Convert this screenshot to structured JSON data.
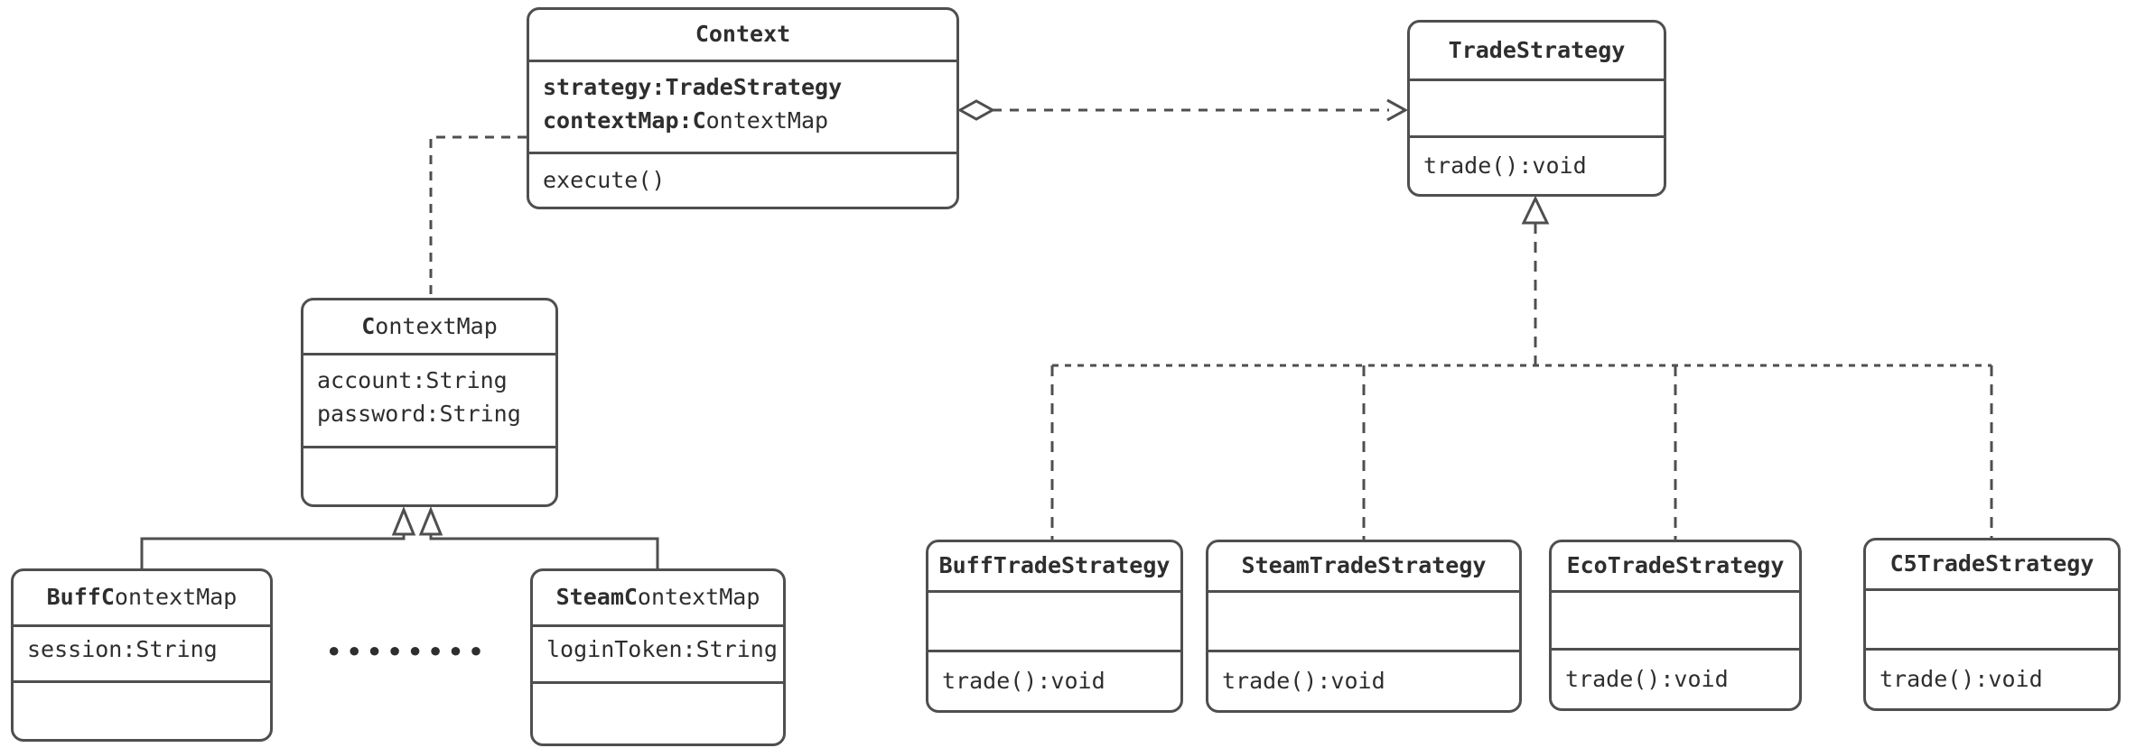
{
  "classes": {
    "context": {
      "title": {
        "bold": "Context",
        "regular": ""
      },
      "attributes": [
        {
          "bold": "strategy:TradeStrategy",
          "regular": ""
        },
        {
          "bold": "contextMap:C",
          "regular": "ontextMap"
        }
      ],
      "methods": [
        {
          "bold": "",
          "regular": "execute()"
        }
      ]
    },
    "trade_strategy": {
      "title": {
        "bold": "TradeStrategy",
        "regular": ""
      },
      "attributes": [],
      "methods": [
        {
          "bold": "",
          "regular": "trade():void"
        }
      ]
    },
    "context_map": {
      "title": {
        "bold": "C",
        "regular": "ontextMap"
      },
      "attributes": [
        {
          "bold": "",
          "regular": "account:String"
        },
        {
          "bold": "",
          "regular": "password:String"
        }
      ],
      "methods": []
    },
    "buff_context_map": {
      "title": {
        "bold": "BuffC",
        "regular": "ontextMap"
      },
      "attributes": [
        {
          "bold": "",
          "regular": "session:String"
        }
      ],
      "methods": []
    },
    "steam_context_map": {
      "title": {
        "bold": "SteamC",
        "regular": "ontextMap"
      },
      "attributes": [
        {
          "bold": "",
          "regular": "loginToken:String"
        }
      ],
      "methods": []
    },
    "buff_trade_strategy": {
      "title": {
        "bold": "BuffTradeStrategy",
        "regular": ""
      },
      "attributes": [],
      "methods": [
        {
          "bold": "",
          "regular": "trade():void"
        }
      ]
    },
    "steam_trade_strategy": {
      "title": {
        "bold": "SteamTradeStrategy",
        "regular": ""
      },
      "attributes": [],
      "methods": [
        {
          "bold": "",
          "regular": "trade():void"
        }
      ]
    },
    "eco_trade_strategy": {
      "title": {
        "bold": "EcoTradeStrategy",
        "regular": ""
      },
      "attributes": [],
      "methods": [
        {
          "bold": "",
          "regular": "trade():void"
        }
      ]
    },
    "c5_trade_strategy": {
      "title": {
        "bold": "C5TradeStrategy",
        "regular": ""
      },
      "attributes": [],
      "methods": [
        {
          "bold": "",
          "regular": "trade():void"
        }
      ]
    }
  },
  "ellipsis": "••••••••",
  "relationships": [
    {
      "from": "Context",
      "to": "ContextMap",
      "type": "dashed-dependency"
    },
    {
      "from": "Context",
      "to": "TradeStrategy",
      "type": "dashed-aggregation-arrow"
    },
    {
      "from": "BuffContextMap",
      "to": "ContextMap",
      "type": "generalization"
    },
    {
      "from": "SteamContextMap",
      "to": "ContextMap",
      "type": "generalization"
    },
    {
      "from": "BuffTradeStrategy",
      "to": "TradeStrategy",
      "type": "realization"
    },
    {
      "from": "SteamTradeStrategy",
      "to": "TradeStrategy",
      "type": "realization"
    },
    {
      "from": "EcoTradeStrategy",
      "to": "TradeStrategy",
      "type": "realization"
    },
    {
      "from": "C5TradeStrategy",
      "to": "TradeStrategy",
      "type": "realization"
    }
  ],
  "colors": {
    "line": "#4f4f4f",
    "text": "#2e2e2e",
    "background": "#ffffff"
  }
}
